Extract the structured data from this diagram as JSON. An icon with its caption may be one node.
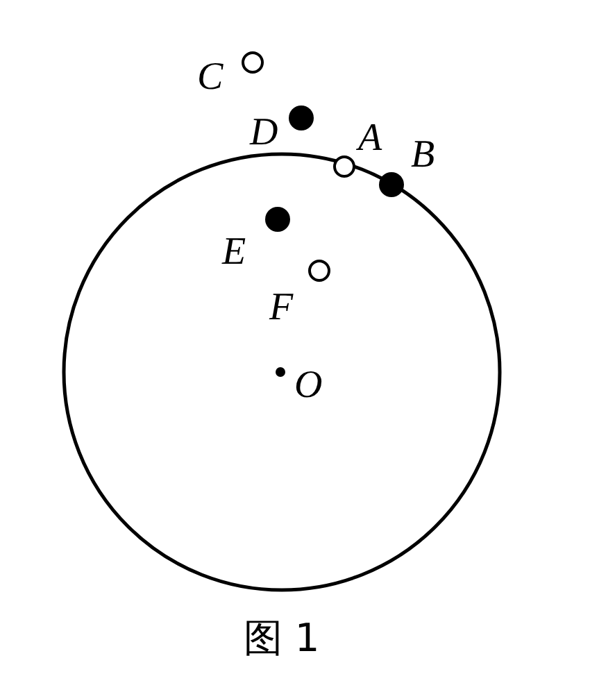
{
  "diagram": {
    "caption": "图 1",
    "labels": [
      "C",
      "D",
      "A",
      "B",
      "E",
      "F",
      "O"
    ]
  }
}
